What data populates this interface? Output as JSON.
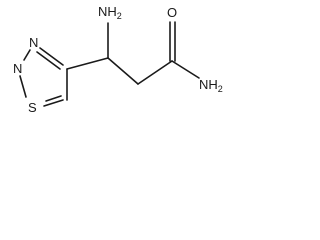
{
  "molecule": {
    "atoms": {
      "n_ring_top": "N",
      "n_ring_left": "N",
      "s_ring": "S",
      "o_carbonyl": "O",
      "amine_top": {
        "main": "NH",
        "sub": "2"
      },
      "amide_nh2": {
        "main": "NH",
        "sub": "2"
      }
    }
  }
}
